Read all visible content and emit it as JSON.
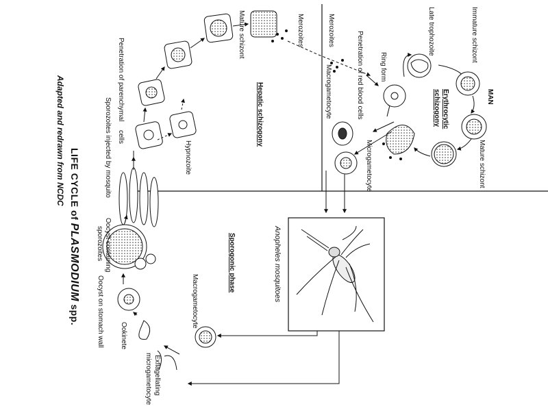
{
  "title": {
    "prefix": "LIFE CYCLE of",
    "genus": "PLASMODIUM",
    "suffix": "spp."
  },
  "credit": "Adapted and redrawn from NCDC",
  "sections": {
    "man": "MAN",
    "erythrocytic_1": "Erythrocytic",
    "erythrocytic_2": "schizogony",
    "hepatic": "Hepatic schizogony",
    "sporogonic": "Sporogonic phase",
    "mosquito": "Anopheles mosquitoes"
  },
  "stages": {
    "immature_schizont": "Immature schizont",
    "late_trophozoite": "Late trophozoite",
    "ring_form": "Ring form",
    "penetration_rbc_1": "Penetration of red blood cells",
    "merozoites_a": "Merozoites",
    "merozoites_b": "Merozoites",
    "mature_schizont_liver": "Mature schizont",
    "mature_schizont_blood": "Mature schizont",
    "macrogametocyte_blood": "Macrogametocyte",
    "microgametocyte": "Microgametocyte",
    "penetration_parenchymal_1": "Penetration of parenchymal",
    "penetration_parenchymal_2": "cells",
    "hypnozoite": "Hypnozoite",
    "sporozoites": "Sporozoites injected by mosquito",
    "oocyst_containing_1": "Oocyst containing",
    "oocyst_containing_2": "sporozoites",
    "oocyst_stomach": "Oocyst on stomach wall",
    "ookinete": "Ookinete",
    "macrogametocyte_vector": "Macrogametocyte",
    "exflagellating_1": "Exflagellating",
    "exflagellating_2": "microgametocyte"
  }
}
